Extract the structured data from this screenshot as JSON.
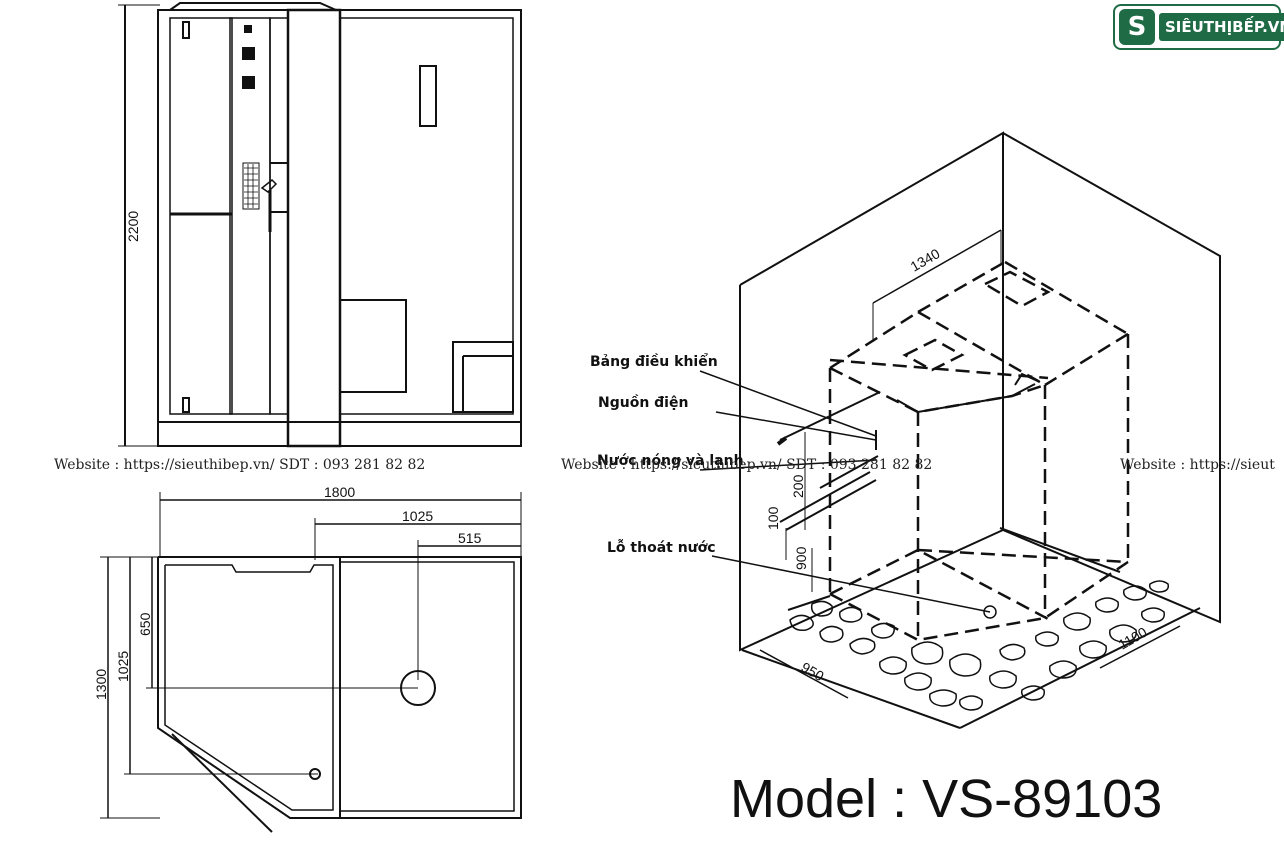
{
  "logo": {
    "text": "SIÊUTHỊBẾP.VN",
    "accent": "#1f6b45"
  },
  "front_view": {
    "height_dim": "2200"
  },
  "plan_view": {
    "width_dim": "1800",
    "dim_1025_top": "1025",
    "dim_515": "515",
    "dim_650": "650",
    "dim_1025_side": "1025",
    "dim_1300": "1300"
  },
  "iso_view": {
    "dim_1340": "1340",
    "dim_200": "200",
    "dim_100": "100",
    "dim_900": "900",
    "dim_950": "950",
    "dim_1100": "1100",
    "labels": {
      "control_panel": "Bảng điều khiển",
      "power": "Nguồn điện",
      "water": "Nước nóng và lạnh",
      "drain": "Lỗ thoát nước"
    }
  },
  "watermark": {
    "segment_1": "Website : https://sieuthibep.vn/     SDT : 093 281 82 82",
    "segment_2": "Website : https://sieuthibep.vn/  SDT : 093 281 82 82",
    "segment_3": "Website : https://sieut"
  },
  "model_title": "Model : VS-89103"
}
